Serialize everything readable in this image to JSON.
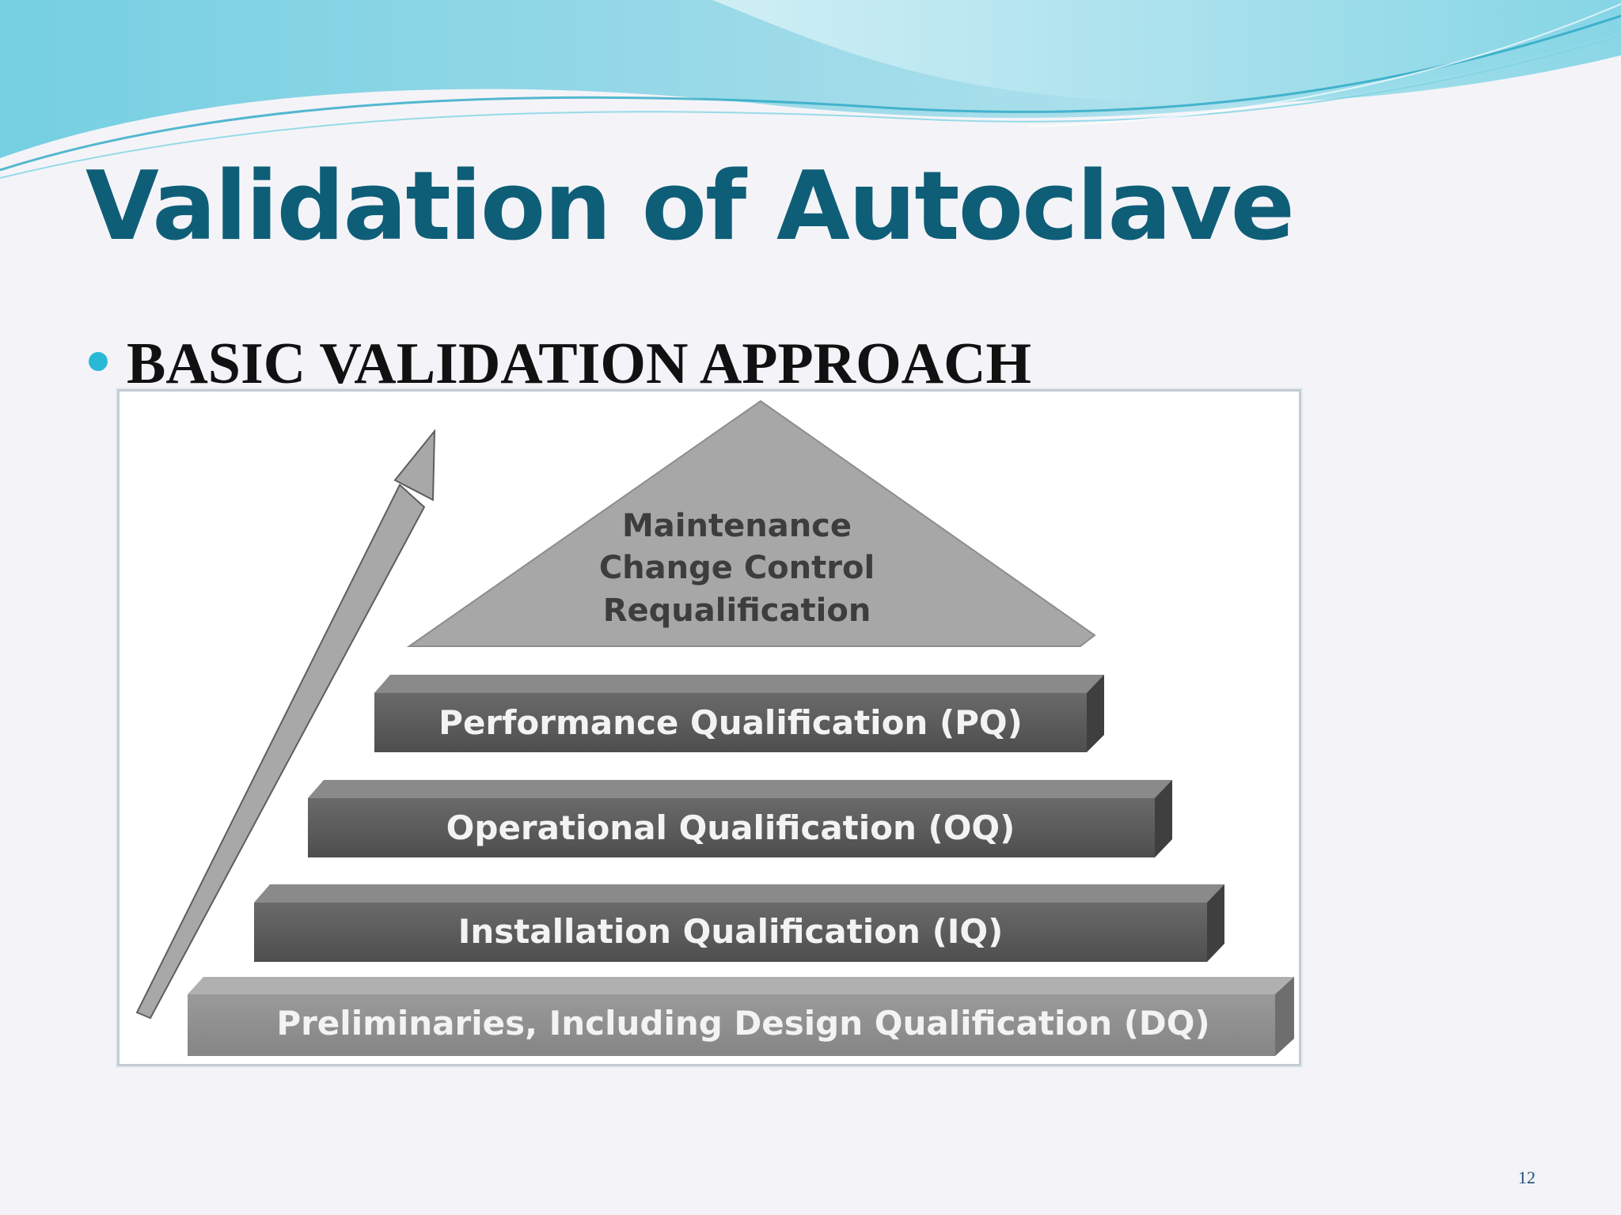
{
  "slide": {
    "title": "Validation of Autoclave",
    "bullet": "BASIC VALIDATION APPROACH",
    "page_number": "12"
  },
  "diagram": {
    "apex_lines": [
      "Maintenance",
      "Change Control",
      "Requalification"
    ],
    "tiers": [
      "Performance Qualification (PQ)",
      "Operational Qualification (OQ)",
      "Installation Qualification (IQ)",
      "Preliminaries, Including Design Qualification (DQ)"
    ]
  },
  "colors": {
    "title": "#0f5e78",
    "bullet": "#29b9d6",
    "wave_light": "#bfe9f2",
    "wave_dark": "#4fc3dc"
  }
}
